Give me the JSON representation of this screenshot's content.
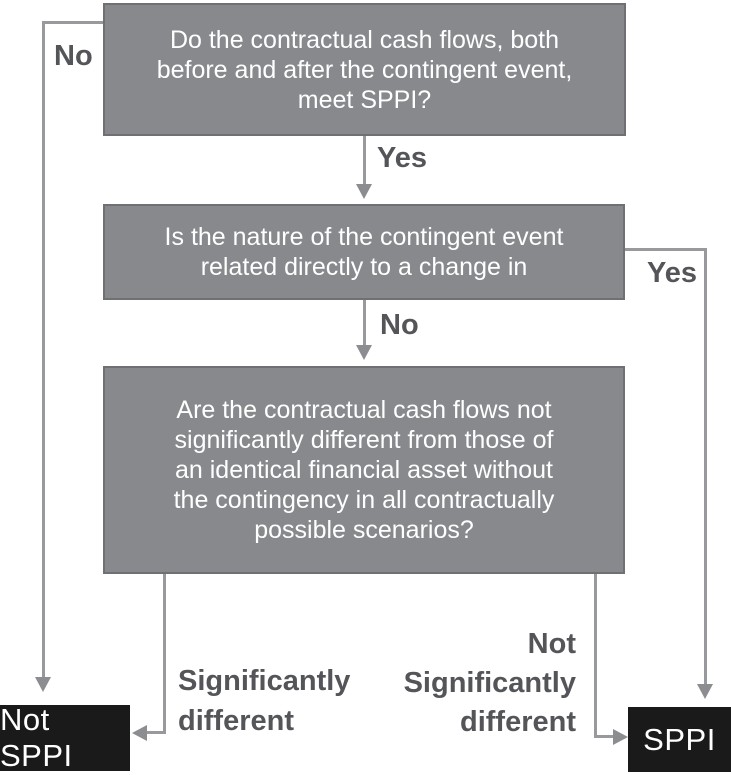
{
  "flowchart": {
    "boxes": {
      "q1": {
        "lines": [
          "Do the contractual cash flows, both",
          "before and after the contingent event,",
          "meet SPPI?"
        ]
      },
      "q2": {
        "lines": [
          "Is the nature of the contingent event",
          "related directly to a change in"
        ]
      },
      "q3": {
        "lines": [
          "Are the contractual cash flows not",
          "significantly different from those of",
          "an identical financial asset without",
          "the contingency in all contractually",
          "possible scenarios?"
        ]
      },
      "not_sppi": {
        "label": "Not SPPI"
      },
      "sppi": {
        "label": "SPPI"
      }
    },
    "edge_labels": {
      "no_top_left": "No",
      "yes_mid": "Yes",
      "yes_right": "Yes",
      "no_mid": "No",
      "significantly_different": [
        "Significantly",
        "different"
      ],
      "not_significantly_different": [
        "Not",
        "Significantly",
        "different"
      ]
    },
    "colors": {
      "background": "#FFFFFF",
      "question_box_fill": "#87898C",
      "question_box_border": "#6E7073",
      "question_box_text": "#FFFFFF",
      "connector_line": "#97999C",
      "arrowhead": "#8B8D90",
      "edge_label_text": "#535559",
      "result_box_fill": "#1A1A1A",
      "result_box_text": "#FFFFFF"
    }
  }
}
